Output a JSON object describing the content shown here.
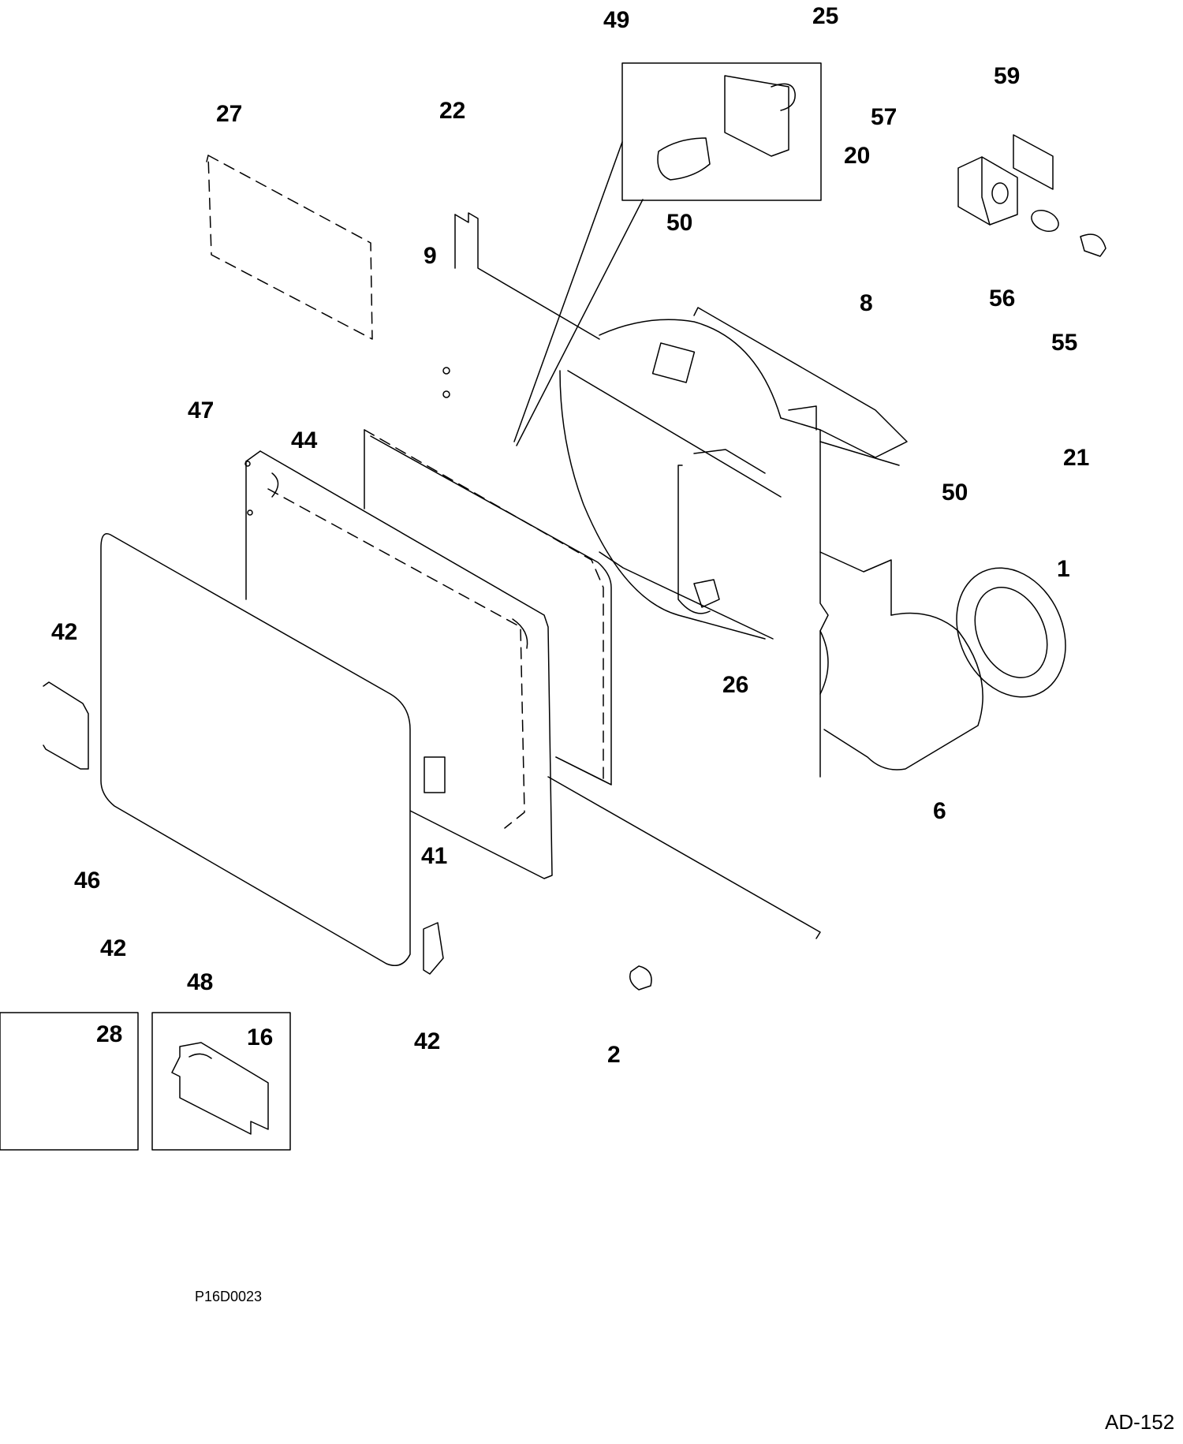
{
  "diagram": {
    "callouts": [
      "49",
      "25",
      "59",
      "27",
      "22",
      "57",
      "20",
      "50",
      "9",
      "8",
      "56",
      "55",
      "47",
      "44",
      "21",
      "50",
      "1",
      "42",
      "26",
      "6",
      "41",
      "46",
      "42",
      "48",
      "28",
      "16",
      "42",
      "2"
    ],
    "figure_id": "P16D0023",
    "page_id": "AD-152"
  }
}
